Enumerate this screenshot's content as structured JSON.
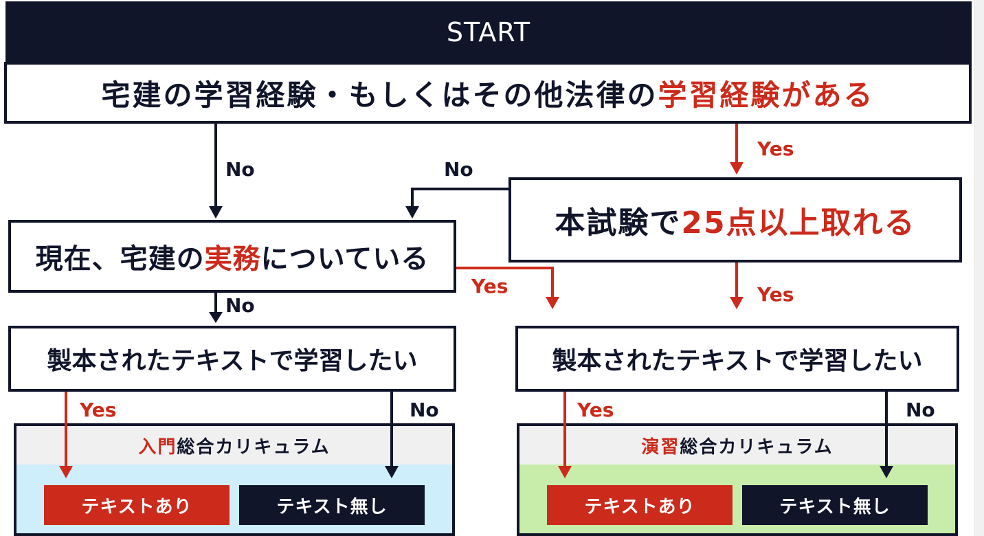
{
  "start": "START",
  "q1": {
    "text": "宅建の学習経験・もしくはその他法律の",
    "highlight": "学習経験がある"
  },
  "q2": {
    "text": "本試験で",
    "highlight": "25点以上取れる"
  },
  "q3": {
    "pre": "現在、宅建の",
    "highlight": "実務",
    "post": "についている"
  },
  "q4": {
    "text": "製本されたテキストで学習したい"
  },
  "q5": {
    "text": "製本されたテキストで学習したい"
  },
  "curriculum_left": {
    "highlight": "入門",
    "title": "総合カリキュラム",
    "with_text": "テキストあり",
    "without_text": "テキスト無し"
  },
  "curriculum_right": {
    "highlight": "演習",
    "title": "総合カリキュラム",
    "with_text": "テキストあり",
    "without_text": "テキスト無し"
  },
  "labels": {
    "q1_no": "No",
    "q1_yes": "Yes",
    "q2_no": "No",
    "q2_yes": "Yes",
    "q3_yes": "Yes",
    "q3_no": "No",
    "q4_yes": "Yes",
    "q4_no": "No",
    "q5_yes": "Yes",
    "q5_no": "No"
  },
  "colors": {
    "dark": "#11152a",
    "accent": "#cc2a1b",
    "left_panel": "#cdeefa",
    "right_panel": "#c8edaa"
  }
}
